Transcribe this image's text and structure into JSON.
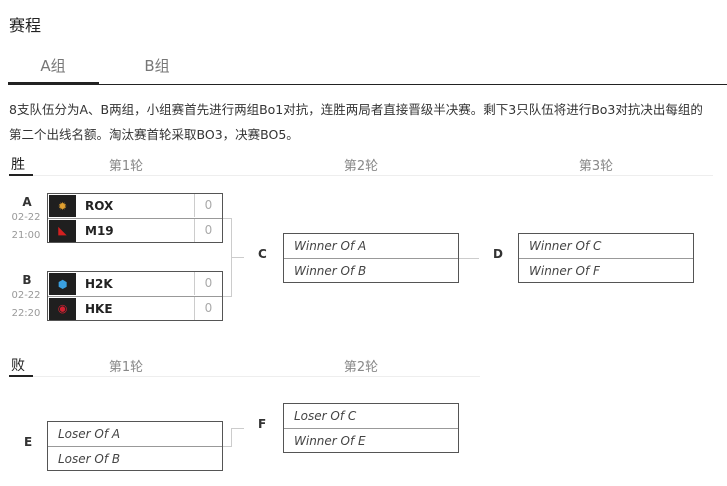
{
  "page_title": "赛程",
  "tabs": [
    {
      "label": "A组",
      "active": true
    },
    {
      "label": "B组",
      "active": false
    }
  ],
  "description": [
    "8支队伍分为A、B两组，小组赛首先进行两组Bo1对抗，连胜两局者直接晋级半决赛。剩下3只队伍将进行Bo3对抗决出每组的",
    "第二个出线名额。淘汰赛首轮采取BO3，决赛BO5。"
  ],
  "winners": {
    "label": "胜",
    "rounds": [
      "第1轮",
      "第2轮",
      "第3轮"
    ],
    "matches": [
      {
        "letter": "A",
        "date": "02-22",
        "time": "21:00",
        "teams": [
          {
            "name": "ROX",
            "score": "0",
            "logo": "rox-logo-icon",
            "logo_color": "#e0a030"
          },
          {
            "name": "M19",
            "score": "0",
            "logo": "m19-logo-icon",
            "logo_color": "#d42020"
          }
        ]
      },
      {
        "letter": "B",
        "date": "02-22",
        "time": "22:20",
        "teams": [
          {
            "name": "H2K",
            "score": "0",
            "logo": "h2k-logo-icon",
            "logo_color": "#3aa0e0"
          },
          {
            "name": "HKE",
            "score": "0",
            "logo": "hke-logo-icon",
            "logo_color": "#d42030"
          }
        ]
      }
    ],
    "round2": {
      "letter": "C",
      "slots": [
        "Winner Of A",
        "Winner Of B"
      ]
    },
    "round3": {
      "letter": "D",
      "slots": [
        "Winner Of C",
        "Winner Of F"
      ]
    }
  },
  "losers": {
    "label": "败",
    "rounds": [
      "第1轮",
      "第2轮"
    ],
    "round1": {
      "letter": "E",
      "slots": [
        "Loser Of A",
        "Loser Of B"
      ]
    },
    "round2": {
      "letter": "F",
      "slots": [
        "Loser Of C",
        "Winner Of E"
      ]
    }
  }
}
